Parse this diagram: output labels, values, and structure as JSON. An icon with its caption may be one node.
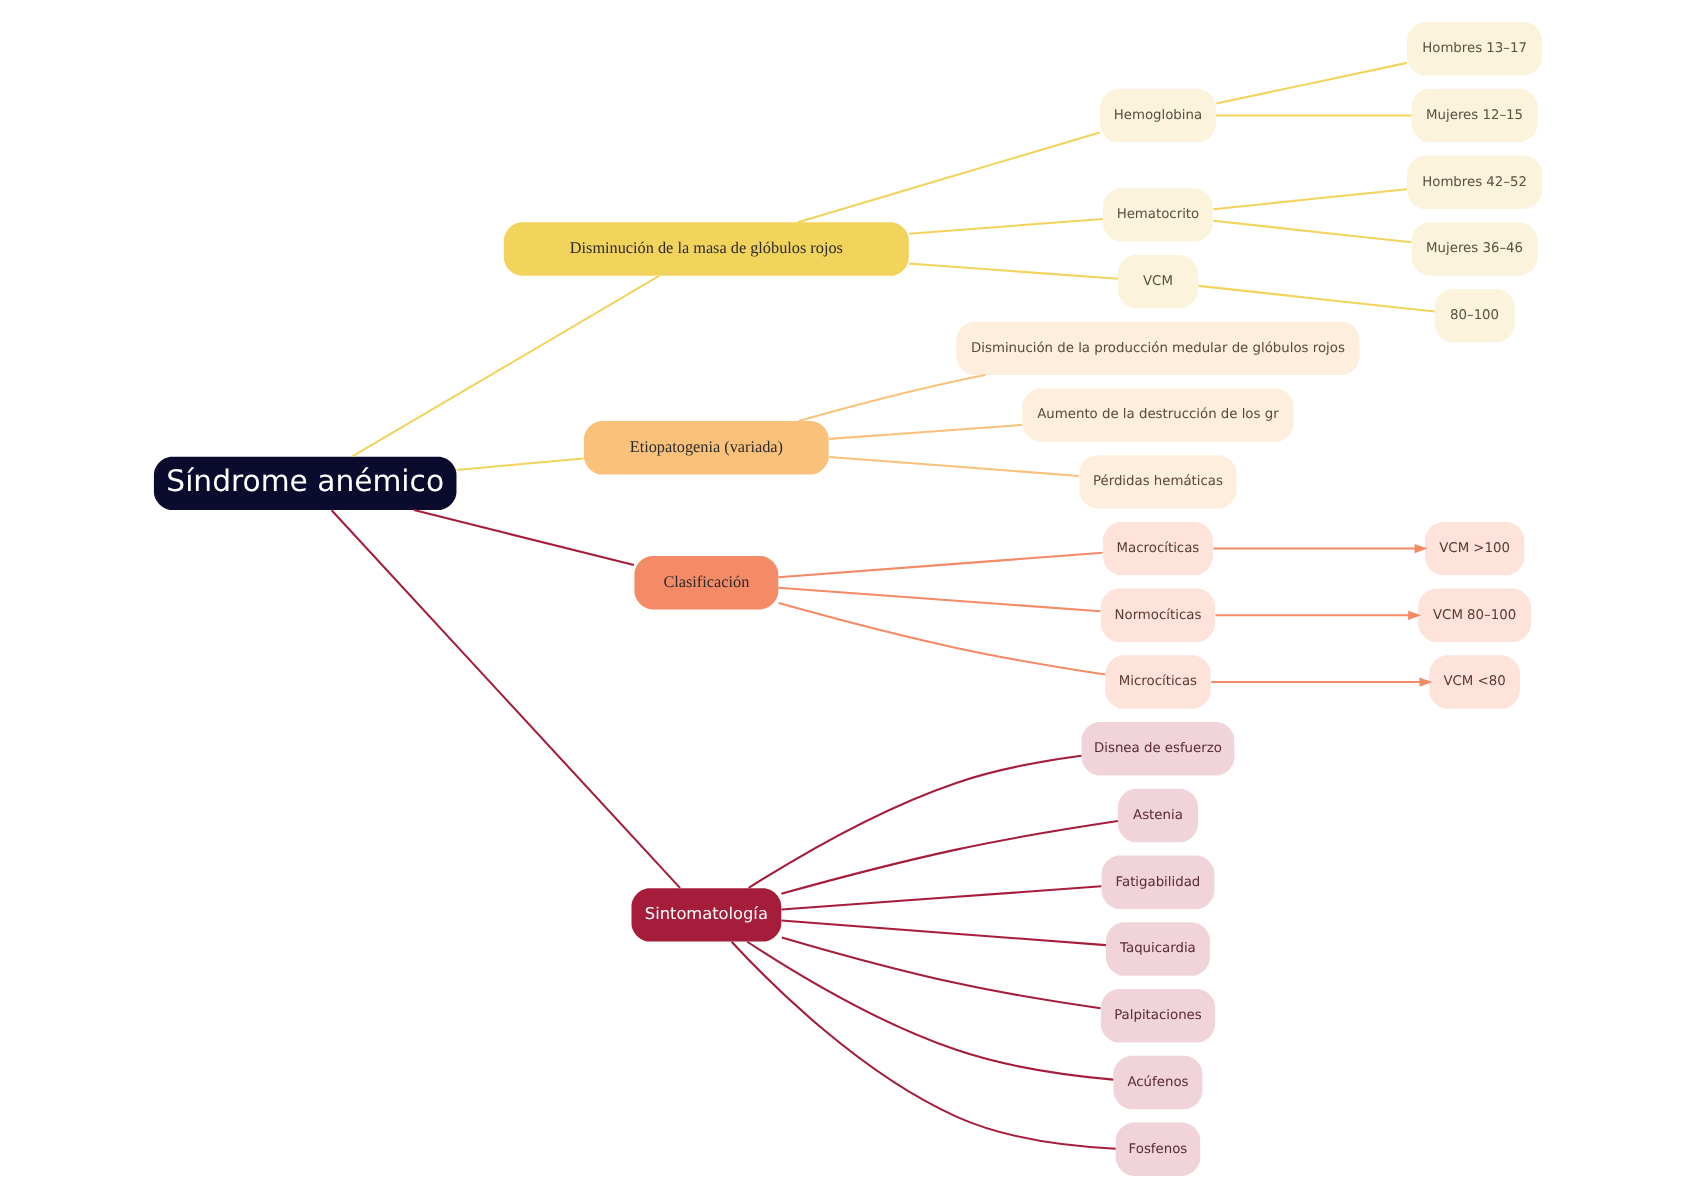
{
  "diagram": {
    "nodes": [
      {
        "text": [
          "Síndrome anémico"
        ]
      },
      {
        "text": [
          "Disminución de la masa de glóbulos rojos"
        ]
      },
      {
        "text": [
          "Hemoglobina"
        ]
      },
      {
        "text": [
          "Hombres 13–17"
        ]
      },
      {
        "text": [
          "Mujeres 12–15"
        ]
      },
      {
        "text": [
          "Hematocrito"
        ]
      },
      {
        "text": [
          "Hombres 42–52"
        ]
      },
      {
        "text": [
          "Mujeres 36–46"
        ]
      },
      {
        "text": [
          "VCM"
        ]
      },
      {
        "text": [
          "80–100"
        ]
      },
      {
        "text": [
          "Etiopatogenia (variada)"
        ]
      },
      {
        "text": [
          "Disminución de la producción medular de glóbulos rojos"
        ]
      },
      {
        "text": [
          "Aumento de la destrucción de los gr"
        ]
      },
      {
        "text": [
          "Pérdidas hemáticas"
        ]
      },
      {
        "text": [
          "Clasificación"
        ]
      },
      {
        "text": [
          "Macrocíticas"
        ]
      },
      {
        "text": [
          "VCM >100"
        ]
      },
      {
        "text": [
          "Normocíticas"
        ]
      },
      {
        "text": [
          "VCM 80–100"
        ]
      },
      {
        "text": [
          "Microcíticas"
        ]
      },
      {
        "text": [
          "VCM <80"
        ]
      },
      {
        "text": [
          "Sintomatología"
        ]
      },
      {
        "text": [
          "Disnea de esfuerzo"
        ]
      },
      {
        "text": [
          "Astenia"
        ]
      },
      {
        "text": [
          "Fatigabilidad"
        ]
      },
      {
        "text": [
          "Taquicardia"
        ]
      },
      {
        "text": [
          "Palpitaciones"
        ]
      },
      {
        "text": [
          "Acúfenos"
        ]
      },
      {
        "text": [
          "Fosfenos"
        ]
      }
    ],
    "edges": [
      {
        "from": 0,
        "to": 1,
        "arrow": "none",
        "color": "#f2d35c"
      },
      {
        "from": 1,
        "to": 2,
        "arrow": "none",
        "color": "#f2d35c"
      },
      {
        "from": 2,
        "to": 3,
        "arrow": "none",
        "color": "#f2d35c"
      },
      {
        "from": 2,
        "to": 4,
        "arrow": "none",
        "color": "#f2d35c"
      },
      {
        "from": 1,
        "to": 5,
        "arrow": "none",
        "color": "#f2d35c"
      },
      {
        "from": 5,
        "to": 6,
        "arrow": "none",
        "color": "#f2d35c"
      },
      {
        "from": 5,
        "to": 7,
        "arrow": "none",
        "color": "#f2d35c"
      },
      {
        "from": 1,
        "to": 8,
        "arrow": "none",
        "color": "#f2d35c"
      },
      {
        "from": 8,
        "to": 9,
        "arrow": "none",
        "color": "#f2d35c"
      },
      {
        "from": 0,
        "to": 10,
        "arrow": "none",
        "color": "#f2d35c"
      },
      {
        "from": 10,
        "to": 11,
        "arrow": "none",
        "color": "#f9c17a"
      },
      {
        "from": 10,
        "to": 12,
        "arrow": "none",
        "color": "#f9c17a"
      },
      {
        "from": 10,
        "to": 13,
        "arrow": "none",
        "color": "#f9c17a"
      },
      {
        "from": 0,
        "to": 14,
        "arrow": "none",
        "color": "#a51d3b"
      },
      {
        "from": 14,
        "to": 15,
        "arrow": "none",
        "color": "#f58a66"
      },
      {
        "from": 15,
        "to": 16,
        "arrow": "to",
        "color": "#f58a66"
      },
      {
        "from": 14,
        "to": 17,
        "arrow": "none",
        "color": "#f58a66"
      },
      {
        "from": 17,
        "to": 18,
        "arrow": "to",
        "color": "#f58a66"
      },
      {
        "from": 14,
        "to": 19,
        "arrow": "none",
        "color": "#f58a66"
      },
      {
        "from": 19,
        "to": 20,
        "arrow": "to",
        "color": "#f58a66"
      },
      {
        "from": 0,
        "to": 21,
        "arrow": "none",
        "color": "#a51d3b"
      },
      {
        "from": 21,
        "to": 22,
        "arrow": "none",
        "color": "#a51d3b"
      },
      {
        "from": 21,
        "to": 23,
        "arrow": "none",
        "color": "#a51d3b"
      },
      {
        "from": 21,
        "to": 24,
        "arrow": "none",
        "color": "#a51d3b"
      },
      {
        "from": 21,
        "to": 25,
        "arrow": "none",
        "color": "#a51d3b"
      },
      {
        "from": 21,
        "to": 26,
        "arrow": "none",
        "color": "#a51d3b"
      },
      {
        "from": 21,
        "to": 27,
        "arrow": "none",
        "color": "#a51d3b"
      },
      {
        "from": 21,
        "to": 28,
        "arrow": "none",
        "color": "#a51d3b"
      }
    ]
  }
}
